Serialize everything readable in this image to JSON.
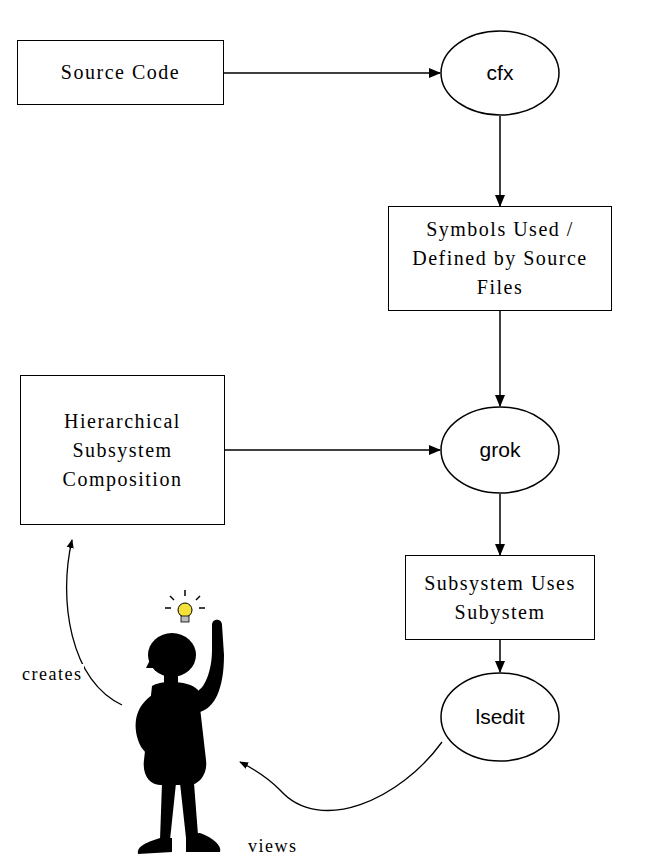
{
  "diagram": {
    "nodes": [
      {
        "text": [
          "Source Code"
        ]
      },
      {
        "text": [
          "cfx"
        ]
      },
      {
        "text": [
          "Symbols Used / Defined by Source Files"
        ]
      },
      {
        "text": [
          "Hierarchical Subsystem Composition"
        ]
      },
      {
        "text": [
          "grok"
        ]
      },
      {
        "text": [
          "Subsystem Uses Subystem"
        ]
      },
      {
        "text": [
          "lsedit"
        ]
      }
    ],
    "edges": [
      {
        "from": 0,
        "to": 1,
        "arrow": "to"
      },
      {
        "from": 1,
        "to": 2,
        "arrow": "to"
      },
      {
        "from": 2,
        "to": 4,
        "arrow": "to"
      },
      {
        "from": 3,
        "to": 4,
        "arrow": "to"
      },
      {
        "from": 4,
        "to": 5,
        "arrow": "to"
      },
      {
        "from": 5,
        "to": 6,
        "arrow": "to"
      }
    ],
    "labels": [
      "creates",
      "views"
    ]
  }
}
